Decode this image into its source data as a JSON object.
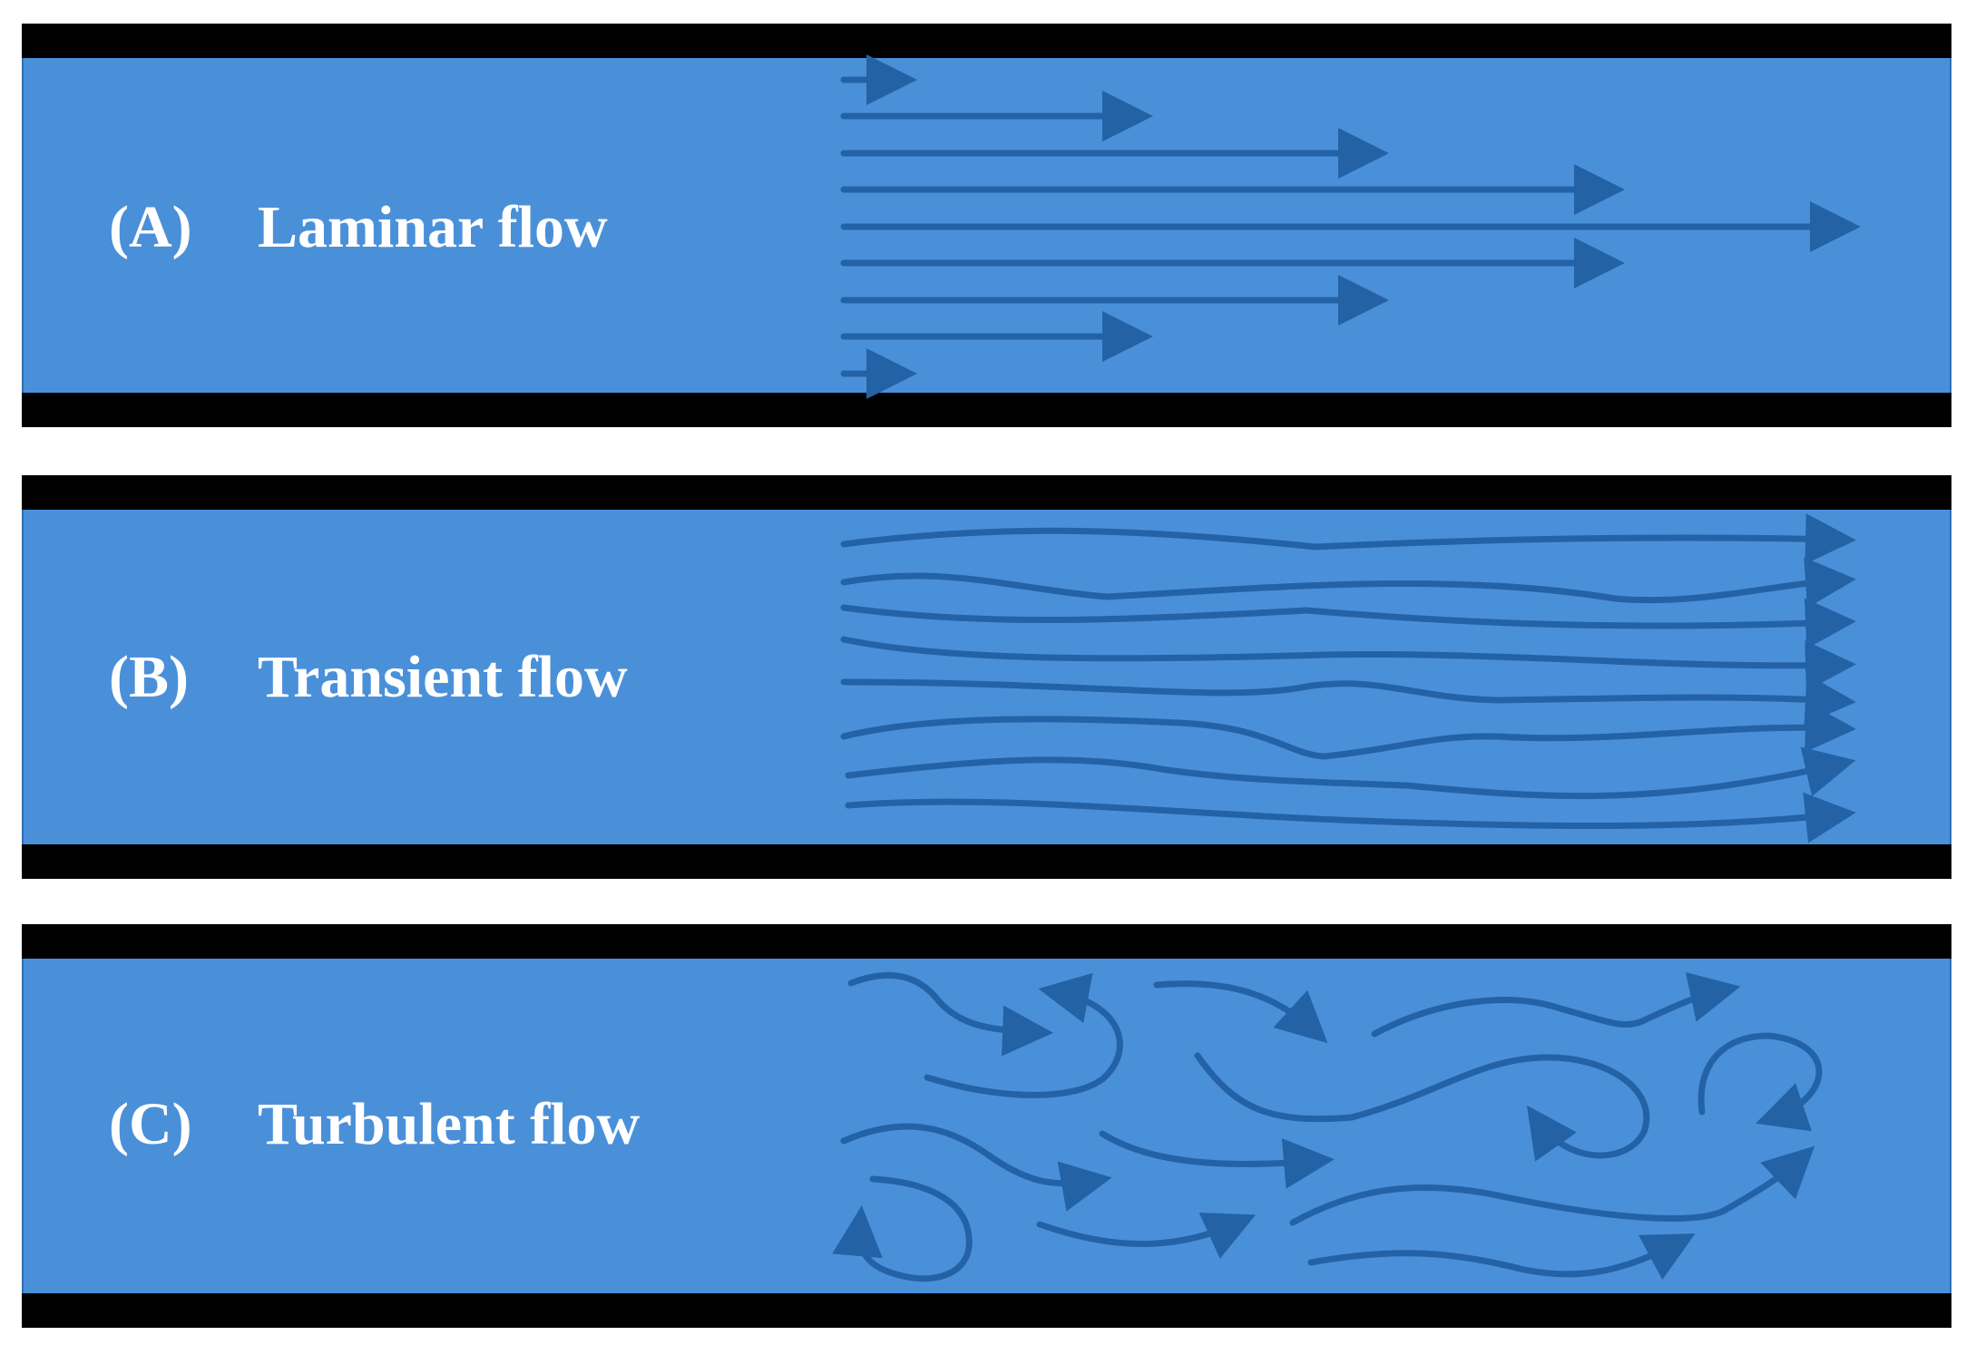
{
  "colors": {
    "fluid": "#4a90d9",
    "wall": "#000000",
    "arrow": "#2462a6",
    "label": "#ffffff"
  },
  "panels": [
    {
      "tag": "(A)",
      "name": "Laminar flow",
      "pattern": "parallel straight arrows, longest at center"
    },
    {
      "tag": "(B)",
      "name": "Transient flow",
      "pattern": "gently wavy parallel streamlines"
    },
    {
      "tag": "(C)",
      "name": "Turbulent flow",
      "pattern": "chaotic curved arrows and eddies"
    }
  ]
}
